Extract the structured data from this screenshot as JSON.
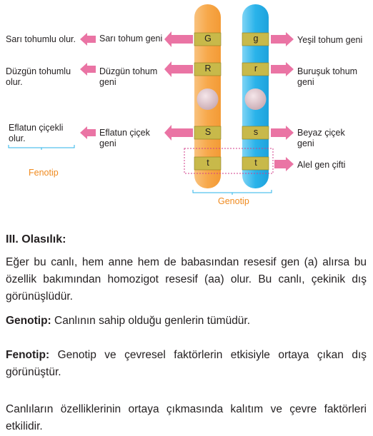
{
  "figure": {
    "left_chromosome": {
      "alleles": [
        "G",
        "R",
        "S",
        "t"
      ]
    },
    "right_chromosome": {
      "alleles": [
        "g",
        "r",
        "s",
        "t"
      ]
    },
    "left_gene_labels": [
      "Sarı tohum geni",
      "Düzgün tohum geni",
      "Eflatun çiçek geni"
    ],
    "right_gene_labels": [
      "Yeşil tohum geni",
      "Buruşuk tohum geni",
      "Beyaz çiçek geni",
      "Alel gen çifti"
    ],
    "phenotype_labels": [
      "Sarı tohumlu olur.",
      "Düzgün tohumlu olur.",
      "Eflatun çiçekli olur."
    ],
    "fenotip_label": "Fenotip",
    "genotip_label": "Genotip",
    "colors": {
      "arrow": "#e8659a",
      "left_chromosome": "#f7a84a",
      "right_chromosome": "#2ab3ea",
      "band": "#c8b94a",
      "caption": "#f08a1e"
    }
  },
  "text": {
    "heading": "III. Olasılık:",
    "p1": "Eğer bu canlı, hem anne hem de babasından resesif gen (a) alırsa bu özellik bakımından homozigot resesif (aa) olur. Bu canlı, çekinik dış görünüşlüdür.",
    "genotip_term": "Genotip:",
    "genotip_def": " Canlının sahip olduğu genlerin tümüdür.",
    "fenotip_term": "Fenotip:",
    "fenotip_def": " Genotip ve çevresel faktörlerin etkisiyle ortaya çıkan dış görünüştür.",
    "p4": "Canlıların özelliklerinin ortaya çıkmasında kalıtım ve çevre faktörleri etkilidir."
  }
}
